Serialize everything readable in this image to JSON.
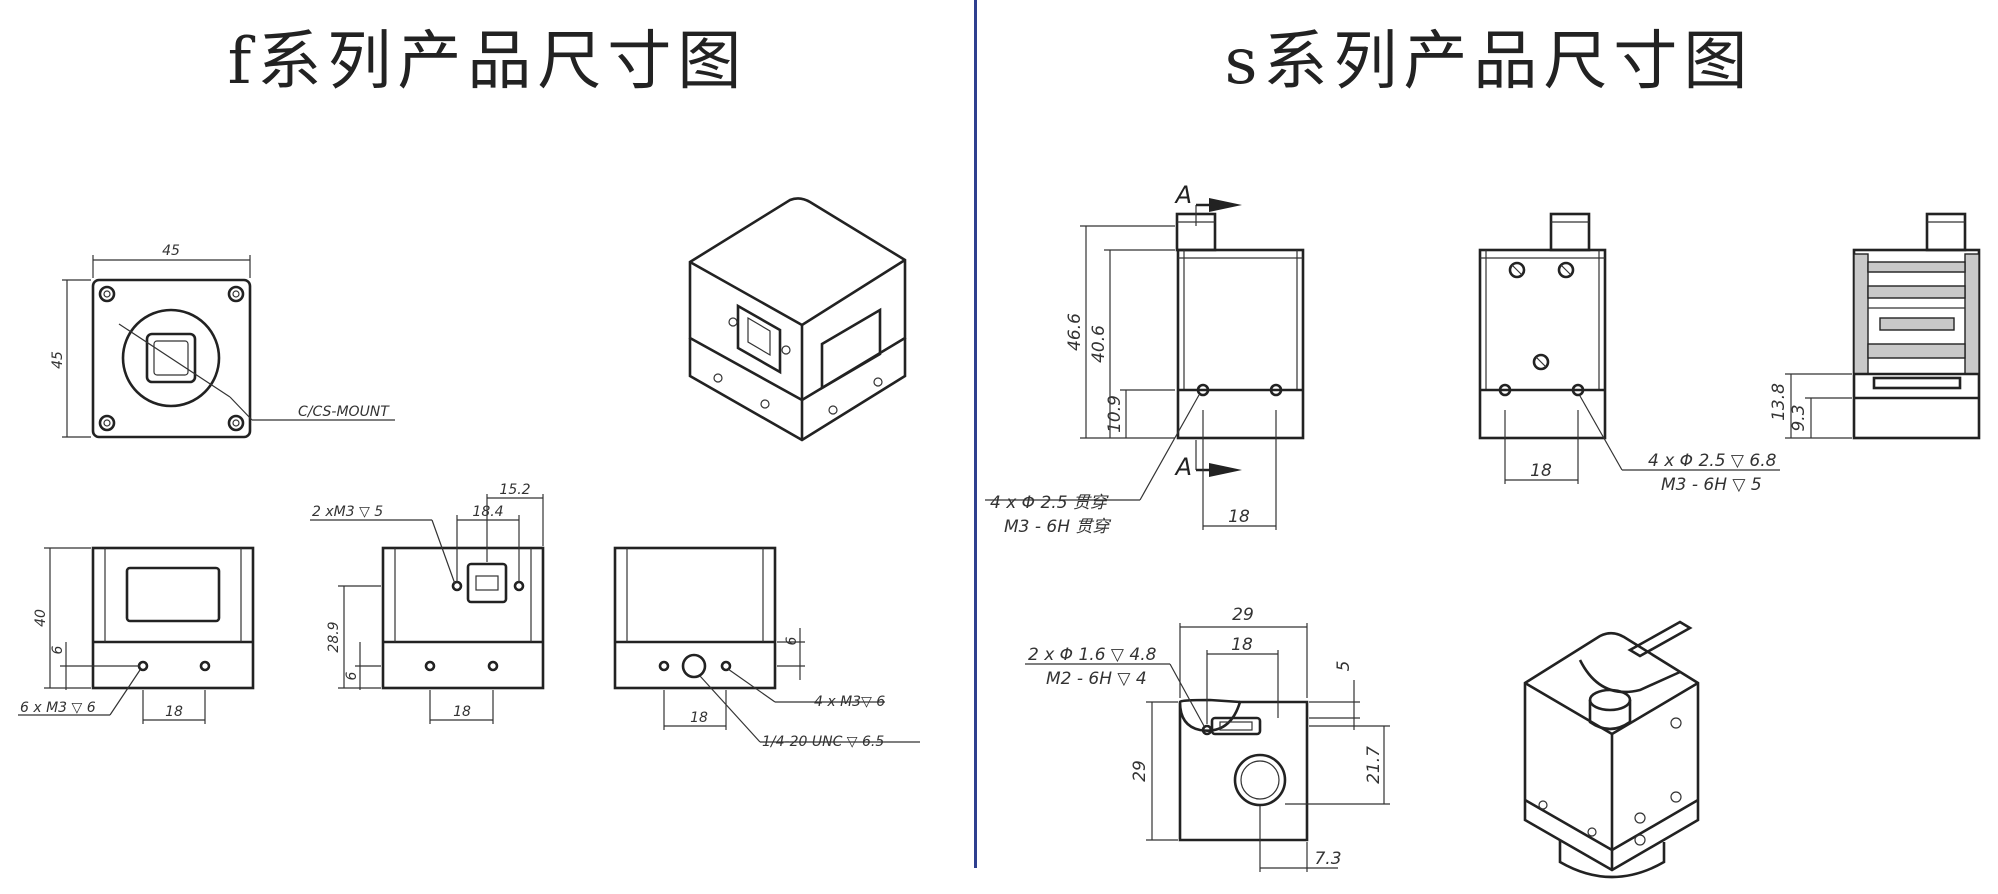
{
  "left": {
    "title": "f系列产品尺寸图",
    "dims": {
      "front_width": "45",
      "front_height": "45",
      "mount": "C/CS-MOUNT",
      "height_40": "40",
      "base_6": "6",
      "screw_6": "6 x M3 ▽ 6",
      "pitch_18": "18",
      "usb_screw": "2 xM3 ▽ 5",
      "usb_18_4": "18.4",
      "usb_15_2": "15.2",
      "usb_28_9": "28.9",
      "usb_6": "6",
      "usb_18": "18",
      "back_6": "6",
      "back_screw": "4 x M3▽ 6",
      "back_18": "18",
      "tripod": "1/4-20 UNC  ▽ 6.5"
    }
  },
  "right": {
    "title": "s系列产品尺寸图",
    "dims": {
      "section_mark": "A",
      "h_46_6": "46.6",
      "h_40_6": "40.6",
      "h_10_9": "10.9",
      "pitch_18": "18",
      "hole_spec_1": "4 x Φ  2.5 贯穿",
      "hole_spec_2": "M3 - 6H 贯穿",
      "back_18": "18",
      "back_spec_1": "4 x Φ  2.5 ▽ 6.8",
      "back_spec_2": "M3 - 6H ▽  5",
      "sec_13_8": "13.8",
      "sec_9_3": "9.3",
      "top_29": "29",
      "top_18": "18",
      "top_spec_1": "2 x Φ  1.6 ▽ 4.8",
      "top_spec_2": "M2 - 6H ▽  4",
      "top_5": "5",
      "side_29": "29",
      "side_21_7": "21.7",
      "side_7_3": "7.3"
    }
  }
}
